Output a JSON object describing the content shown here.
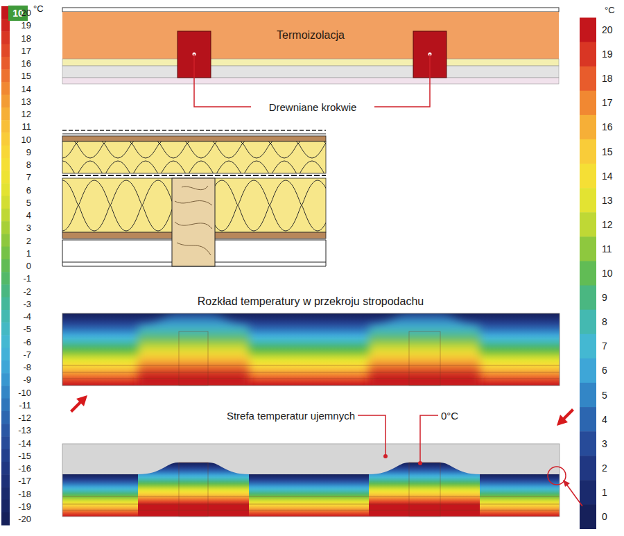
{
  "diagram": {
    "title": "Rozkład temperatury w przekroju stropodachu",
    "nodes": [
      {
        "text": [
          "10"
        ]
      },
      {
        "text": [
          "Termoizolacja"
        ]
      }
    ],
    "labels": [
      "°C",
      "20",
      "19",
      "18",
      "17",
      "16",
      "15",
      "14",
      "13",
      "12",
      "11",
      "10",
      "9",
      "8",
      "7",
      "6",
      "5",
      "4",
      "3",
      "2",
      "1",
      "0",
      "-1",
      "-2",
      "-3",
      "-4",
      "-5",
      "-6",
      "-7",
      "-8",
      "-9",
      "-10",
      "-11",
      "-12",
      "-13",
      "-14",
      "-15",
      "-16",
      "-17",
      "-18",
      "-19",
      "-20",
      "°C",
      "20",
      "19",
      "18",
      "17",
      "16",
      "15",
      "14",
      "13",
      "12",
      "11",
      "10",
      "9",
      "8",
      "7",
      "6",
      "5",
      "4",
      "3",
      "2",
      "1",
      "0",
      "Drewniane krokwie",
      "Strefa temperatur ujemnych",
      "0°C"
    ]
  }
}
